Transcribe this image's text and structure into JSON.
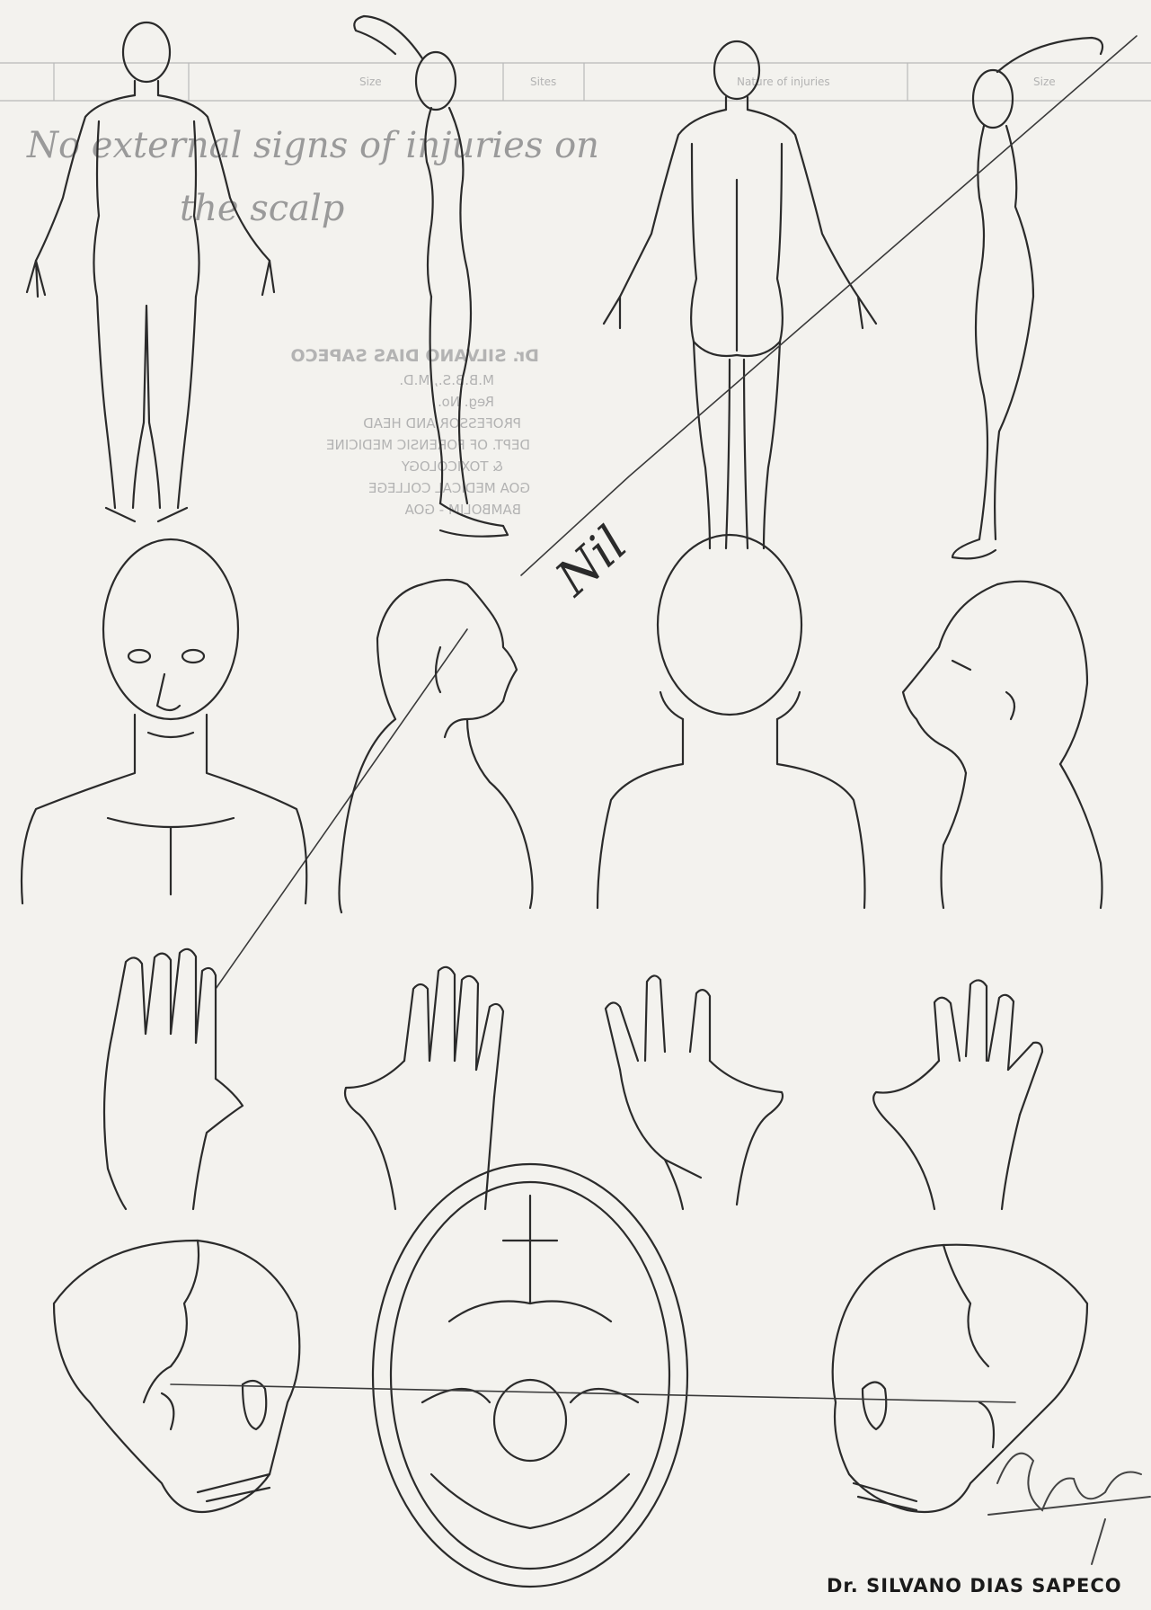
{
  "header": {
    "table_headers": [
      "",
      "",
      "Size",
      "Sites",
      "Nature of injuries",
      "Size"
    ]
  },
  "faint_stamp": {
    "lines": [
      "Dr. SILVANO DIAS SAPECO",
      "M.B.B.S., M.D.",
      "Reg. No.",
      "PROFESSOR AND HEAD",
      "DEPT. OF FORENSIC MEDICINE",
      "& TOXICOLOGY",
      "GOA MEDICAL COLLEGE",
      "BAMBOLIM - GOA"
    ]
  },
  "handwritten_note": {
    "line1": "No external signs of injuries on",
    "line2": "the scalp",
    "nil_mark": "Nil"
  },
  "signature": {
    "name": "Dr. SILVANO DIAS SAPECO"
  }
}
